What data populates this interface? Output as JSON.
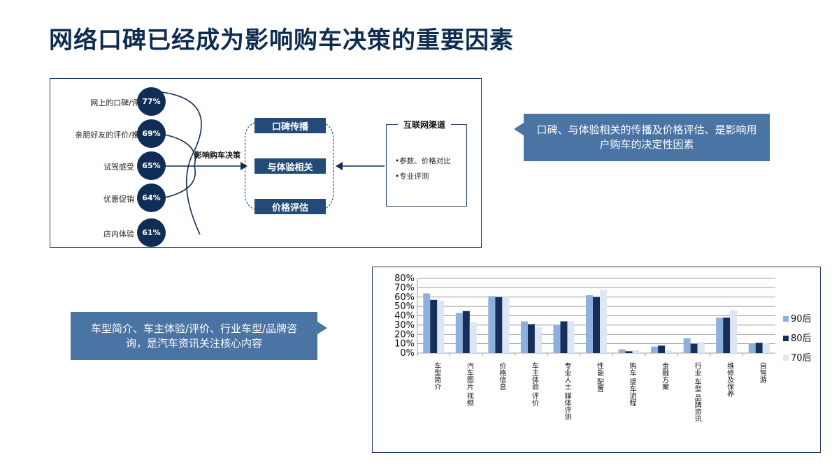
{
  "title": "网络口碑已经成为影响购车决策的重要因素",
  "diagram": {
    "factors": [
      {
        "label": "网上的口碑/评价",
        "pct": "77%"
      },
      {
        "label": "亲朋好友的评价/推荐",
        "pct": "69%"
      },
      {
        "label": "试驾感受",
        "pct": "65%"
      },
      {
        "label": "优惠促销",
        "pct": "64%"
      },
      {
        "label": "店内体验",
        "pct": "61%"
      }
    ],
    "center_label": "影响购车决策",
    "core_factors": [
      "口碑传播",
      "与体验相关",
      "价格评估"
    ],
    "internet": {
      "title": "互联网渠道",
      "items": [
        "•参数、价格对比",
        "•专业评测"
      ]
    }
  },
  "callout_right": {
    "text": "口碑、与体验相关的传播及价格评估、是影响用户购车的决定性因素"
  },
  "callout_left": {
    "text": "车型简介、车主体验/评价、行业车型/品牌咨询，是汽车资讯关注核心内容"
  },
  "colors": {
    "dark_navy": "#0f2d55",
    "callout_blue": "#4a74a3",
    "series_90": "#8eb0dc",
    "series_80": "#152e5c",
    "series_70": "#dde6f3"
  },
  "chart_data": {
    "type": "bar",
    "categories": [
      "车型简介",
      "汽车图片 视频",
      "价格信息",
      "车主体验 评价",
      "专业人士 媒体评测",
      "性能 配置",
      "购车 提车流程",
      "金融方案",
      "行业 车型 品牌资讯",
      "维修及保养",
      "自驾游"
    ],
    "series": [
      {
        "name": "90后",
        "values": [
          64,
          43,
          61,
          34,
          30,
          62,
          4,
          7,
          16,
          38,
          10
        ]
      },
      {
        "name": "80后",
        "values": [
          57,
          45,
          60,
          31,
          34,
          60,
          2,
          8,
          10,
          38,
          11
        ]
      },
      {
        "name": "70后",
        "values": [
          56,
          33,
          60,
          28,
          34,
          68,
          3,
          3,
          12,
          46,
          11
        ]
      }
    ],
    "ylim": [
      0,
      80
    ],
    "yticks": [
      "0%",
      "10%",
      "20%",
      "30%",
      "40%",
      "50%",
      "60%",
      "70%",
      "80%"
    ],
    "legend_position": "right",
    "grid": true
  }
}
